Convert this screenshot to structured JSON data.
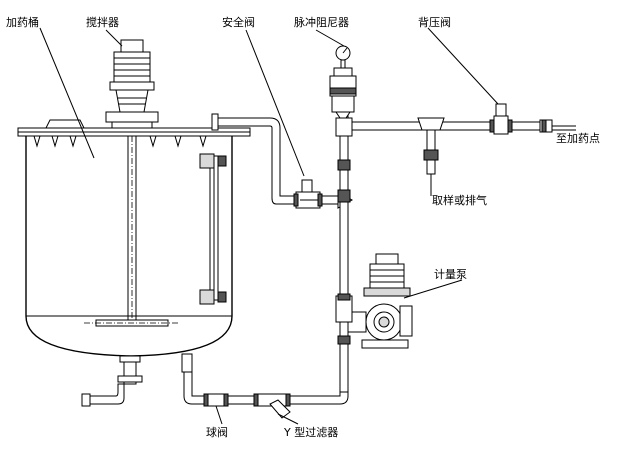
{
  "labels": {
    "dosing_tank": "加药桶",
    "agitator": "搅拌器",
    "safety_valve": "安全阀",
    "pulse_damper": "脉冲阻尼器",
    "back_pressure_valve": "背压阀",
    "to_dosing_point": "至加药点",
    "sampling_or_vent": "取样或排气",
    "metering_pump": "计量泵",
    "ball_valve": "球阀",
    "y_strainer": "Y 型过滤器"
  }
}
